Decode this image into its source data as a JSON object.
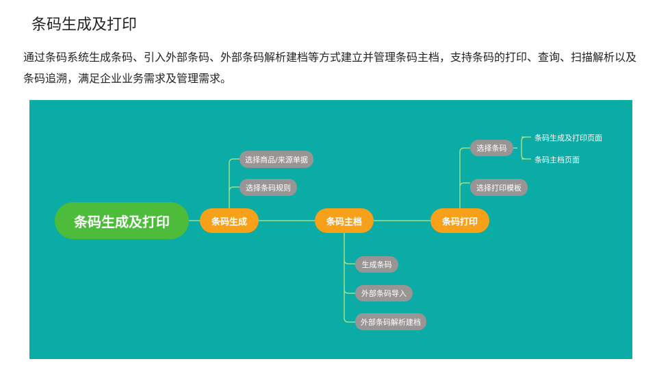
{
  "title": "条码生成及打印",
  "description": "通过条码系统生成条码、引入外部条码、外部条码解析建档等方式建立并管理条码主档，支持条码的打印、查询、扫描解析以及条码追溯，满足企业业务需求及管理需求。",
  "mindmap": {
    "root": "条码生成及打印",
    "generate": {
      "label": "条码生成",
      "children": [
        "选择商品/来源单据",
        "选择条码规则"
      ]
    },
    "master": {
      "label": "条码主档",
      "children": [
        "生成条码",
        "外部条码导入",
        "外部条码解析建档"
      ]
    },
    "print": {
      "label": "条码打印",
      "children": [
        "选择条码",
        "选择打印模板"
      ],
      "select_children": [
        "条码生成及打印页面",
        "条码主档页面"
      ]
    }
  },
  "colors": {
    "panel": "#0aaca5",
    "root": "#4cbc3a",
    "main": "#f7a019",
    "leaf": "#9a9595",
    "line": "#9fe08a"
  }
}
